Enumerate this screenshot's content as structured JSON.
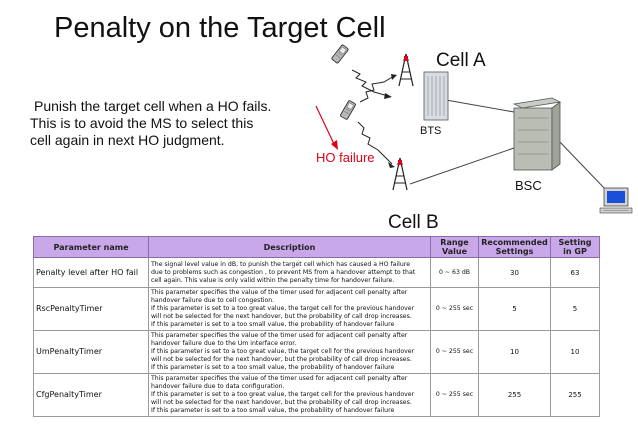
{
  "title": "Penalty on the Target Cell",
  "intro": {
    "line1": "Punish the target cell when a HO fails.",
    "line2": "This is  to avoid the MS to select this",
    "line3": "cell again in next HO judgment."
  },
  "diagram": {
    "cell_a": "Cell A",
    "cell_b": "Cell B",
    "bts": "BTS",
    "bsc": "BSC",
    "ho_failure": "HO failure",
    "ho_failure_color": "#e0001b"
  },
  "table": {
    "header_color": "#c8a8e8",
    "headers": {
      "param": "Parameter name",
      "desc": "Description",
      "range": "Range Value",
      "rec": "Recommended Settings",
      "gp": "Setting in GP"
    },
    "rows": [
      {
        "name": "Penalty level after HO fail",
        "desc": [
          "The signal level value in dB, to punish the target cell which has caused a HO failure",
          "due to problems such as congestion , to prevent MS from a handover attempt to that",
          "cell again. This value is only valid within the penalty time for handover failure."
        ],
        "range": "0 ~ 63 dB",
        "rec": "30",
        "gp": "63"
      },
      {
        "name": "RscPenaltyTimer",
        "desc": [
          "This parameter specifies the value of the timer used for adjacent cell penalty after",
          "handover failure due to cell congestion.",
          "If this parameter is set to a too great value, the target cell for the previous handover",
          "will not be selected for the next handover, but the probability of call drop increases.",
          "If this parameter is set to a too small value, the probability of handover failure"
        ],
        "range": "0 ~ 255 sec",
        "rec": "5",
        "gp": "5"
      },
      {
        "name": "UmPenaltyTimer",
        "desc": [
          "This parameter specifies the value of the timer used for adjacent cell penalty after",
          "handover failure due to the Um interface error.",
          "If this parameter is set to a too great value, the target cell for the previous handover",
          "will not be selected for the next handover, but the probability of call drop increases.",
          "If this parameter is set to a too small value, the probability of handover failure"
        ],
        "range": "0 ~ 255 sec",
        "rec": "10",
        "gp": "10"
      },
      {
        "name": "CfgPenaltyTimer",
        "desc": [
          "This parameter specifies the value of the timer used for adjacent cell penalty after",
          "handover failure due to data configuration.",
          "If this parameter is set to a too great value, the target cell for the previous handover",
          "will not be selected for the next handover, but the probability of call drop increases.",
          "If this parameter is set to a too small value, the probability of handover failure"
        ],
        "range": "0 ~ 255 sec",
        "rec": "255",
        "gp": "255"
      }
    ]
  }
}
